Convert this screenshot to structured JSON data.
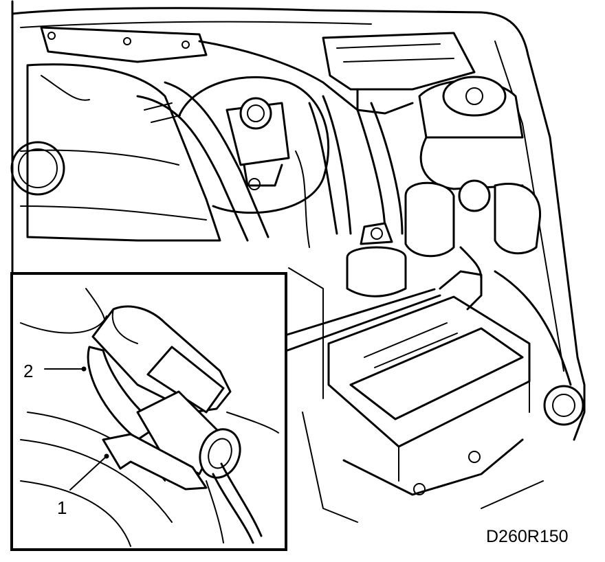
{
  "figure": {
    "code": "D260R150",
    "callouts": [
      {
        "number": "1"
      },
      {
        "number": "2"
      }
    ]
  },
  "colors": {
    "line": "#000000",
    "background": "#ffffff"
  }
}
